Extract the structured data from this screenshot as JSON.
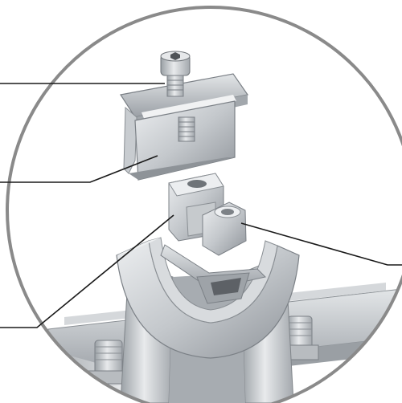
{
  "figure": {
    "description_labels": [],
    "colors": {
      "background": "#ffffff",
      "frame_circle": "#8a8a8a",
      "leader_line": "#1a1a1a",
      "aluminum_light": "#d9dcdf",
      "aluminum_mid": "#b3b8bd",
      "aluminum_dark": "#7f858b",
      "shadow": "#5d6166"
    },
    "callouts": [
      {
        "id": "bolt",
        "target": "bolt-icon"
      },
      {
        "id": "end-clamp",
        "target": "end-clamp-icon"
      },
      {
        "id": "connector",
        "target": "connector-block-icon"
      },
      {
        "id": "nut",
        "target": "slide-nut-icon"
      }
    ],
    "parts": [
      {
        "name": "hex-socket-bolt",
        "icon": "bolt-icon"
      },
      {
        "name": "end-clamp",
        "icon": "end-clamp-icon"
      },
      {
        "name": "connector-block",
        "icon": "connector-block-icon"
      },
      {
        "name": "slide-nut",
        "icon": "slide-nut-icon"
      },
      {
        "name": "mounting-rail",
        "icon": "rail-icon"
      },
      {
        "name": "base-bracket",
        "icon": "bracket-icon"
      }
    ]
  }
}
